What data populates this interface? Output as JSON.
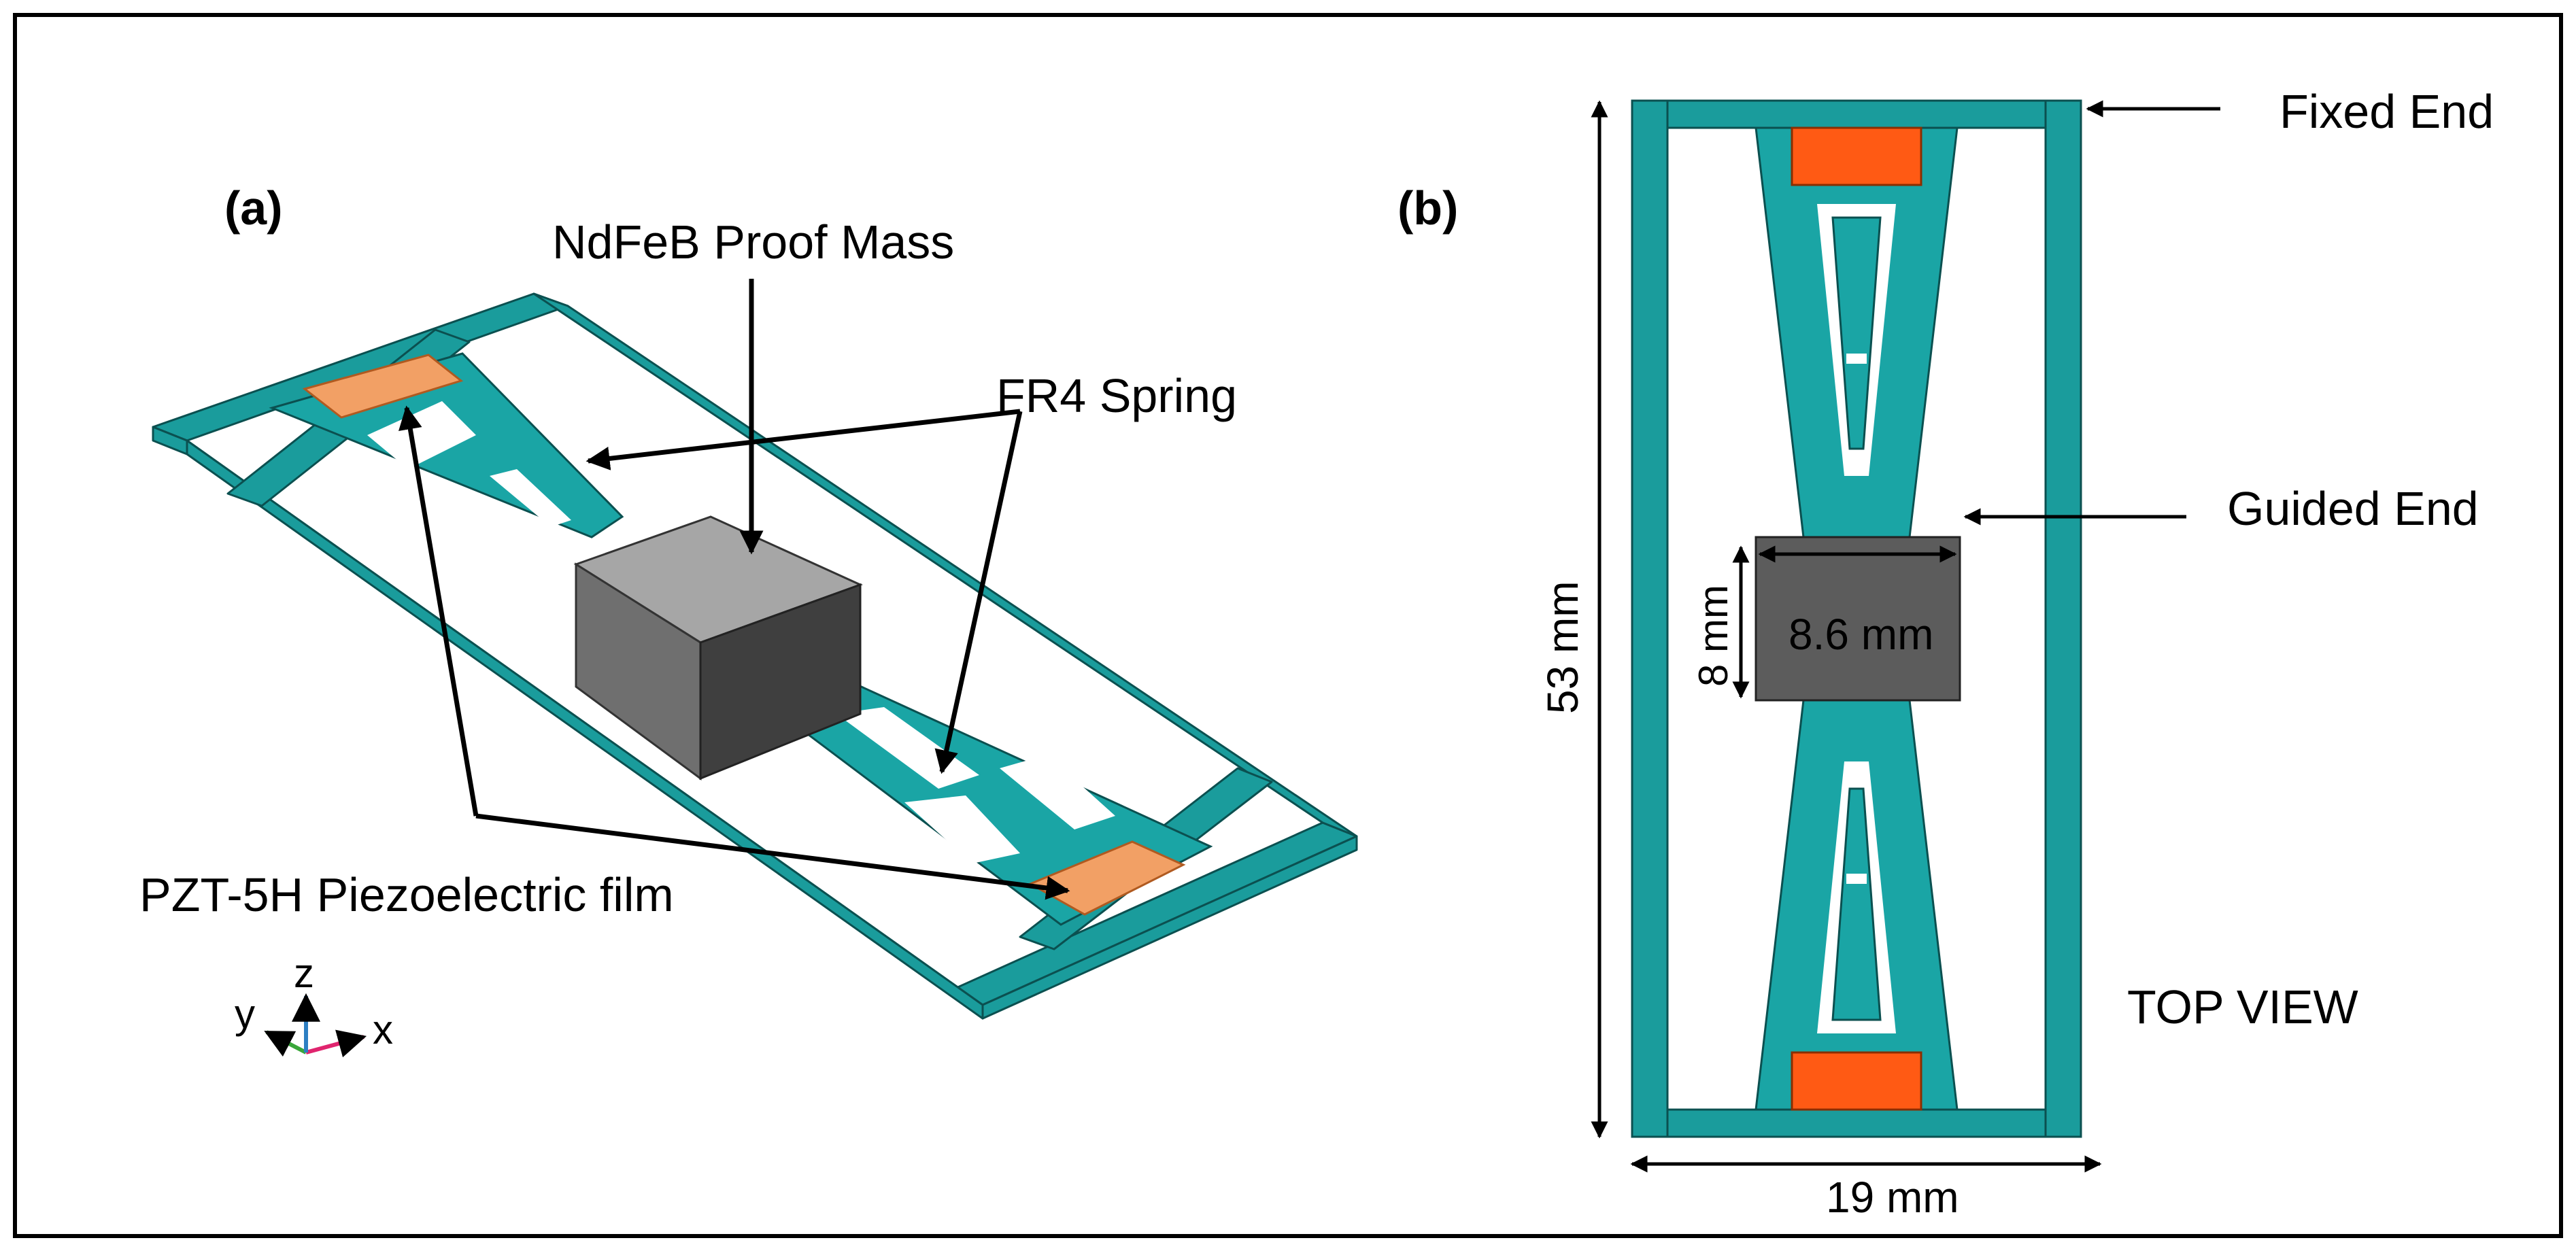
{
  "colors": {
    "frame": "#1a9c9c",
    "frame_outline": "#0b5050",
    "spring": "#1aa5a5",
    "film_3d": "#f2a065",
    "film_top": "#ff5a14",
    "mass_top": "#a6a6a6",
    "mass_front": "#6f6f6f",
    "mass_side": "#3f3f3f",
    "mass_2d": "#5c5c5c",
    "border": "#000000",
    "axis_x": "#e0246e",
    "axis_y": "#3aa63a",
    "axis_z": "#2d7fc2"
  },
  "panel_a": {
    "label": "(a)",
    "proof_mass_label": "NdFeB Proof Mass",
    "spring_label": "FR4 Spring",
    "film_label": "PZT-5H Piezoelectric film",
    "axes": {
      "x": "x",
      "y": "y",
      "z": "z"
    }
  },
  "panel_b": {
    "label": "(b)",
    "fixed_end_label": "Fixed End",
    "guided_end_label": "Guided End",
    "view_label": "TOP VIEW",
    "height_dim": "53 mm",
    "width_dim": "19 mm",
    "mass_height_dim": "8 mm",
    "mass_width_dim": "8.6 mm"
  }
}
